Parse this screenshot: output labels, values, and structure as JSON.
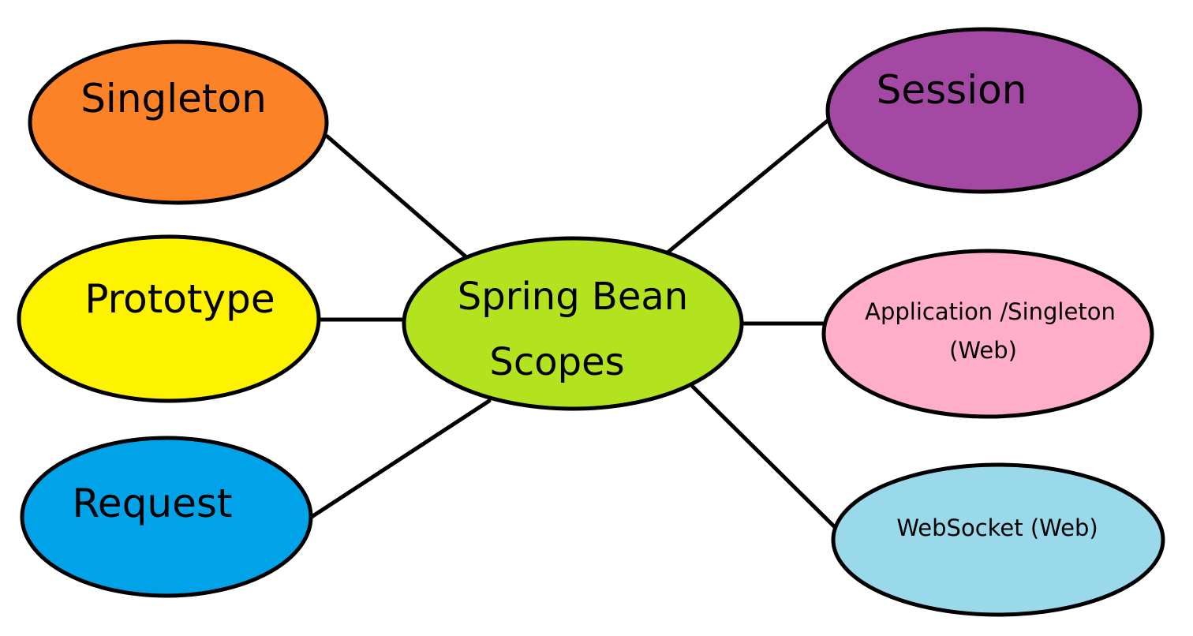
{
  "center": {
    "line1": "Spring Bean",
    "line2": "Scopes",
    "color": "#b3e31e"
  },
  "scopes": {
    "singleton": {
      "label": "Singleton",
      "color": "#fc8228"
    },
    "prototype": {
      "label": "Prototype",
      "color": "#fdf200"
    },
    "request": {
      "label": "Request",
      "color": "#00a2e8"
    },
    "session": {
      "label": "Session",
      "color": "#a349a4"
    },
    "application": {
      "line1": "Application /Singleton",
      "line2": "(Web)",
      "color": "#feaec9"
    },
    "websocket": {
      "label": "WebSocket (Web)",
      "color": "#99d9ea"
    }
  }
}
